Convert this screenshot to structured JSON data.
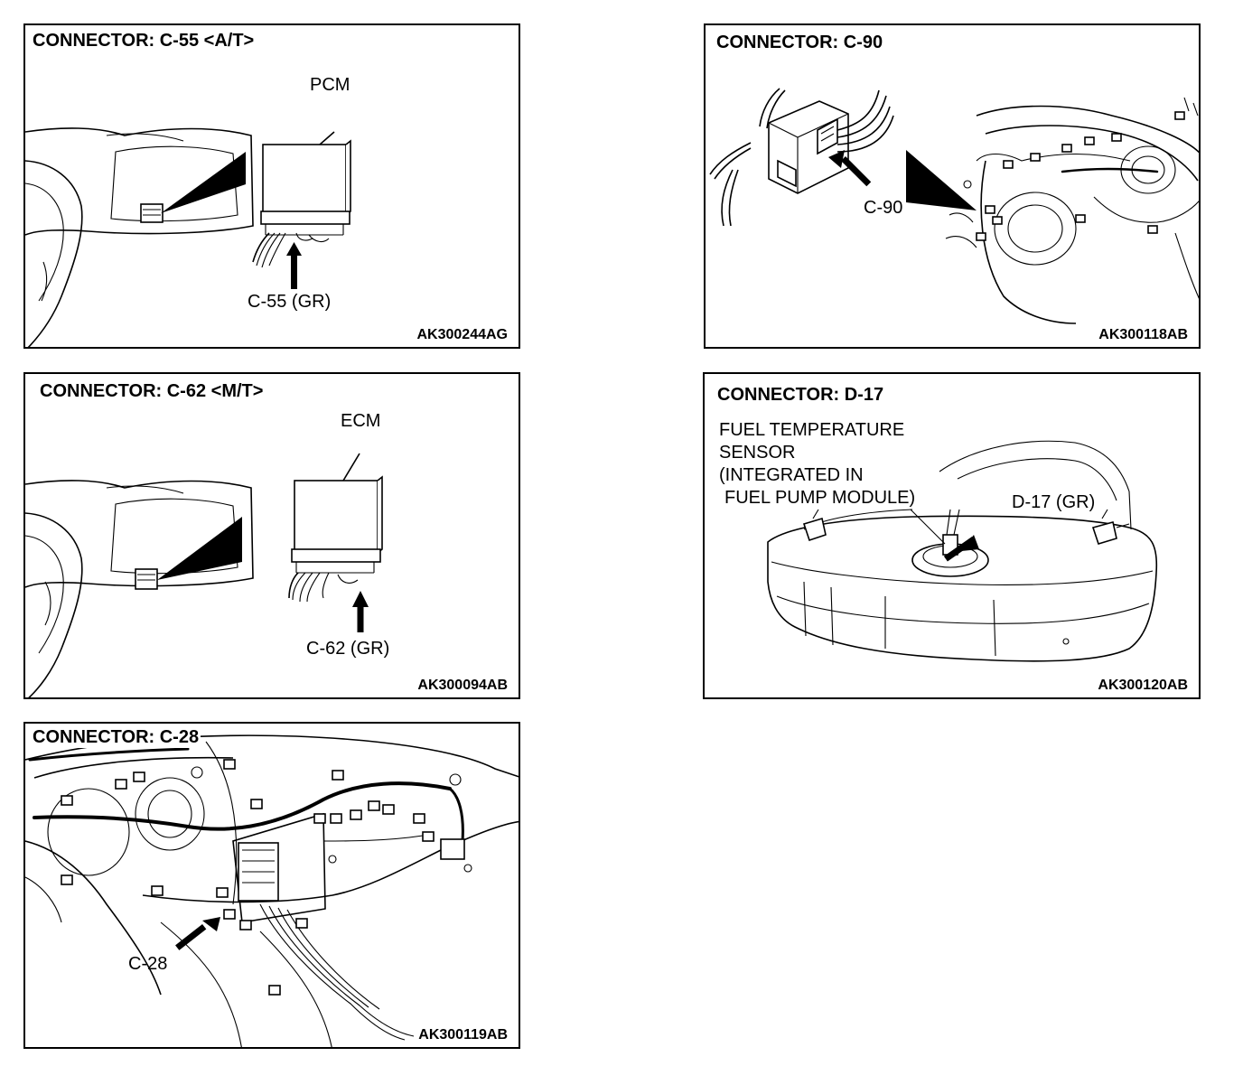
{
  "panels": {
    "c55": {
      "title": "CONNECTOR: C-55 <A/T>",
      "unit_label": "PCM",
      "connector_label": "C-55 (GR)",
      "code": "AK300244AG"
    },
    "c90": {
      "title": "CONNECTOR: C-90",
      "connector_label": "C-90",
      "code": "AK300118AB"
    },
    "c62": {
      "title": "CONNECTOR: C-62 <M/T>",
      "unit_label": "ECM",
      "connector_label": "C-62 (GR)",
      "code": "AK300094AB"
    },
    "d17": {
      "title": "CONNECTOR: D-17",
      "sensor_line1": "FUEL TEMPERATURE",
      "sensor_line2": "SENSOR",
      "sensor_line3": "(INTEGRATED IN",
      "sensor_line4": "FUEL PUMP MODULE)",
      "connector_label": "D-17 (GR)",
      "code": "AK300120AB"
    },
    "c28": {
      "title": "CONNECTOR: C-28",
      "connector_label": "C-28",
      "code": "AK300119AB"
    }
  }
}
